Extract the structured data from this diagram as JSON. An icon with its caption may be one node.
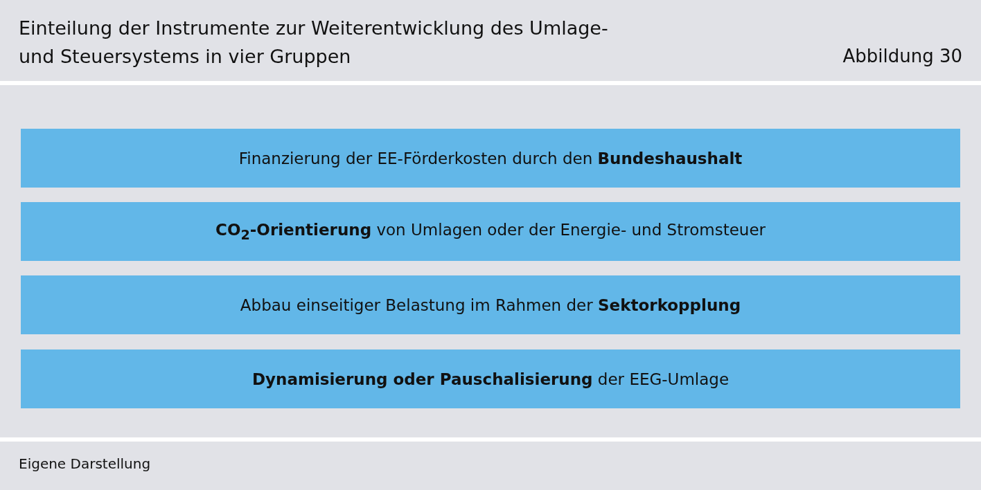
{
  "diagram": {
    "title": "Einteilung der Instrumente zur Weiterentwicklung des Umlage- und Steuersystems in vier Gruppen",
    "caption": "Eigene Darstellung",
    "nodes": [
      {
        "text": [
          "Finanzierung der EE-Förderkosten durch den **Bundeshaushalt**"
        ]
      },
      {
        "text": [
          "**CO$_{2}$-Orientierung** von Umlagen oder der Energie- und Stromsteuer"
        ]
      },
      {
        "text": [
          "Abbau einseitiger Belastung im Rahmen der **Sektorkopplung**"
        ]
      },
      {
        "text": [
          "**Dynamisierung oder Pauschalisierung** der EEG-Umlage"
        ]
      }
    ],
    "labels": [
      "Abbildung 30"
    ]
  }
}
